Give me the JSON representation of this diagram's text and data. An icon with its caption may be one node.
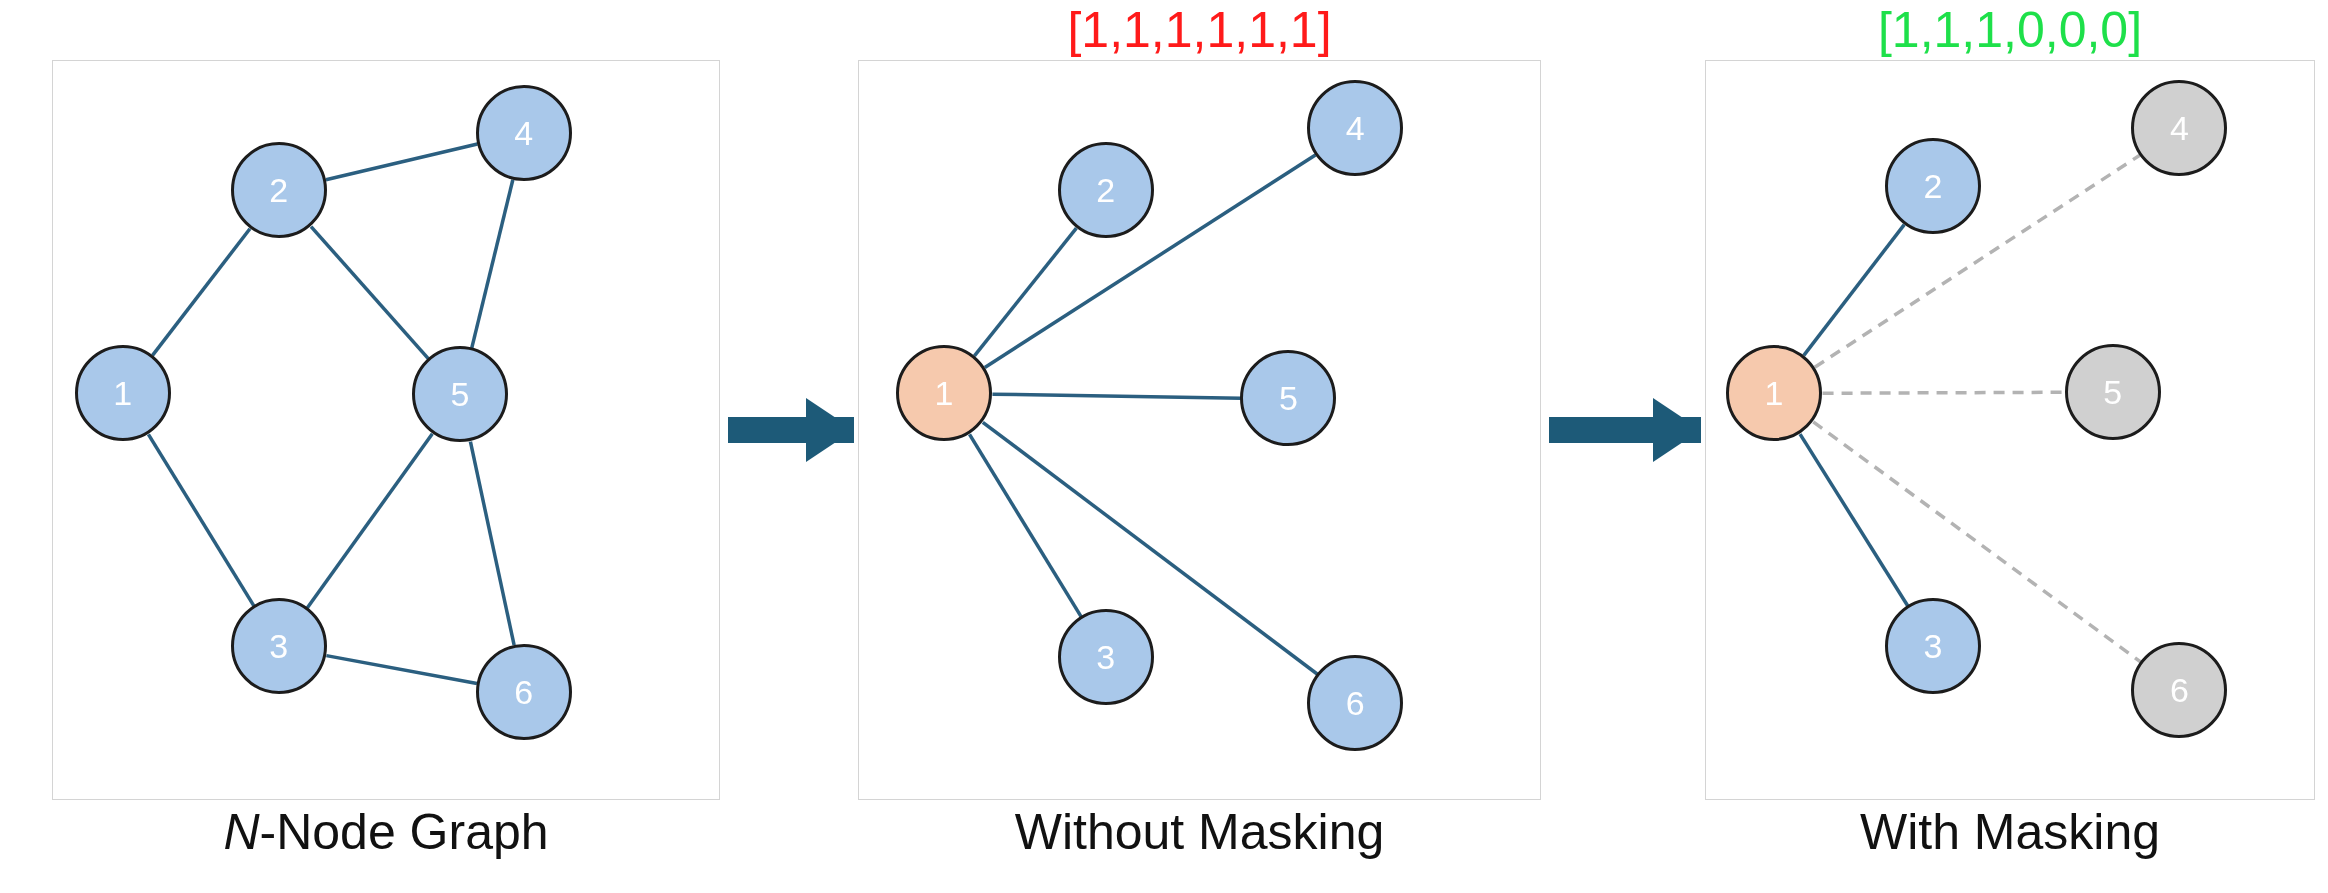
{
  "diagram": {
    "nodes": [
      {
        "text": [
          "*N*-Node Graph"
        ]
      },
      {
        "text": [
          "1"
        ],
        "in": 0
      },
      {
        "text": [
          "2"
        ],
        "in": 0
      },
      {
        "text": [
          "3"
        ],
        "in": 0
      },
      {
        "text": [
          "4"
        ],
        "in": 0
      },
      {
        "text": [
          "5"
        ],
        "in": 0
      },
      {
        "text": [
          "6"
        ],
        "in": 0
      },
      {
        "text": [
          "[1,1,1,1,1,1]",
          "Without Masking"
        ]
      },
      {
        "text": [
          "1"
        ],
        "in": 7
      },
      {
        "text": [
          "2"
        ],
        "in": 7
      },
      {
        "text": [
          "3"
        ],
        "in": 7
      },
      {
        "text": [
          "4"
        ],
        "in": 7
      },
      {
        "text": [
          "5"
        ],
        "in": 7
      },
      {
        "text": [
          "6"
        ],
        "in": 7
      },
      {
        "text": [
          "[1,1,1,0,0,0]",
          "With Masking"
        ]
      },
      {
        "text": [
          "1"
        ],
        "in": 14
      },
      {
        "text": [
          "2"
        ],
        "in": 14
      },
      {
        "text": [
          "3"
        ],
        "in": 14
      },
      {
        "text": [
          "4"
        ],
        "in": 14
      },
      {
        "text": [
          "5"
        ],
        "in": 14
      },
      {
        "text": [
          "6"
        ],
        "in": 14
      }
    ],
    "edges": [
      {
        "from": 1,
        "to": 2,
        "arrow": "none"
      },
      {
        "from": 2,
        "to": 4,
        "arrow": "none"
      },
      {
        "from": 2,
        "to": 5,
        "arrow": "none"
      },
      {
        "from": 4,
        "to": 5,
        "arrow": "none"
      },
      {
        "from": 1,
        "to": 3,
        "arrow": "none"
      },
      {
        "from": 3,
        "to": 5,
        "arrow": "none"
      },
      {
        "from": 5,
        "to": 6,
        "arrow": "none"
      },
      {
        "from": 3,
        "to": 6,
        "arrow": "none"
      },
      {
        "from": 0,
        "to": 7,
        "arrow": "to",
        "style": "thick"
      },
      {
        "from": 8,
        "to": 9,
        "arrow": "none"
      },
      {
        "from": 8,
        "to": 11,
        "arrow": "none"
      },
      {
        "from": 8,
        "to": 12,
        "arrow": "none"
      },
      {
        "from": 8,
        "to": 10,
        "arrow": "none"
      },
      {
        "from": 8,
        "to": 13,
        "arrow": "none"
      },
      {
        "from": 7,
        "to": 14,
        "arrow": "to",
        "style": "thick"
      },
      {
        "from": 15,
        "to": 16,
        "arrow": "none"
      },
      {
        "from": 15,
        "to": 18,
        "arrow": "none",
        "style": "dashed",
        "color": "#b3b3b3"
      },
      {
        "from": 15,
        "to": 19,
        "arrow": "none",
        "style": "dashed",
        "color": "#b3b3b3"
      },
      {
        "from": 15,
        "to": 17,
        "arrow": "none"
      },
      {
        "from": 15,
        "to": 20,
        "arrow": "none",
        "style": "dashed",
        "color": "#b3b3b3"
      }
    ]
  }
}
